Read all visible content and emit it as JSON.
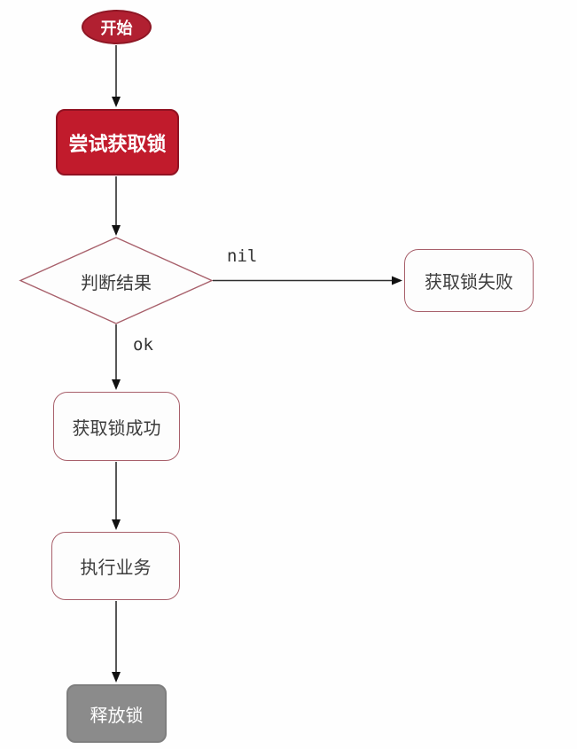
{
  "diagram": {
    "type": "flowchart",
    "background": "#fefefe",
    "colors": {
      "start_fill": "#b12031",
      "process_fill": "#c11b2c",
      "soft_border": "#a8606b",
      "release_fill": "#8b8b8b",
      "arrow": "#2f2f2f",
      "text_dark": "#3d3d3d",
      "text_light": "#ffffff"
    },
    "nodes": {
      "start": {
        "label": "开始",
        "shape": "ellipse"
      },
      "try_lock": {
        "label": "尝试获取锁",
        "shape": "rounded-rect"
      },
      "decision": {
        "label": "判断结果",
        "shape": "diamond"
      },
      "fail": {
        "label": "获取锁失败",
        "shape": "rounded-rect"
      },
      "success": {
        "label": "获取锁成功",
        "shape": "rounded-rect"
      },
      "business": {
        "label": "执行业务",
        "shape": "rounded-rect"
      },
      "release": {
        "label": "释放锁",
        "shape": "rounded-rect"
      }
    },
    "edges": {
      "start_to_try": {
        "from": "start",
        "to": "try_lock",
        "label": ""
      },
      "try_to_decision": {
        "from": "try_lock",
        "to": "decision",
        "label": ""
      },
      "decision_to_fail": {
        "from": "decision",
        "to": "fail",
        "label": "nil"
      },
      "decision_to_success": {
        "from": "decision",
        "to": "success",
        "label": "ok"
      },
      "success_to_business": {
        "from": "success",
        "to": "business",
        "label": ""
      },
      "business_to_release": {
        "from": "business",
        "to": "release",
        "label": ""
      }
    }
  }
}
